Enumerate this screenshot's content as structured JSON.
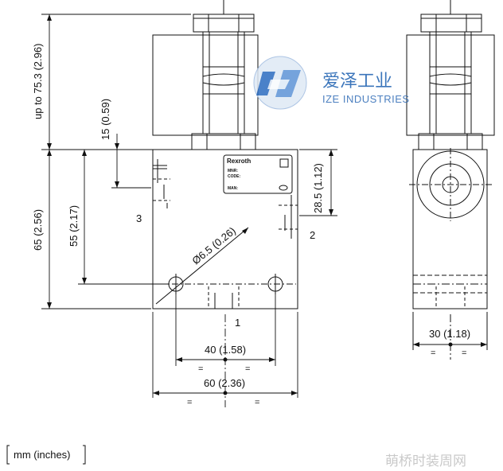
{
  "brand": {
    "logo_text": "Rexroth",
    "plate_lines": [
      "MNR:",
      "CODE:",
      "MAN:"
    ]
  },
  "dimensions": {
    "overall_height": "up to 75.3 (2.96)",
    "top_offset": "15 (0.59)",
    "body_height": "65 (2.56)",
    "hole_height": "55 (2.17)",
    "port_height": "28.5 (1.12)",
    "hole_diameter": "Ø6.5 (0.26)",
    "hole_spacing": "40 (1.58)",
    "body_width": "60 (2.36)",
    "side_width": "30 (1.18)"
  },
  "ports": {
    "port1": "1",
    "port2": "2",
    "port3": "3"
  },
  "symmetry_mark": "=",
  "units_note": "mm (inches)",
  "watermark": {
    "cn": "爱泽工业",
    "en": "IZE INDUSTRIES",
    "footer": "萌桥时装周网"
  },
  "colors": {
    "line": "#111111",
    "watermark_blue": "#1b5fb0",
    "watermark_gray": "#c9c9c9"
  }
}
